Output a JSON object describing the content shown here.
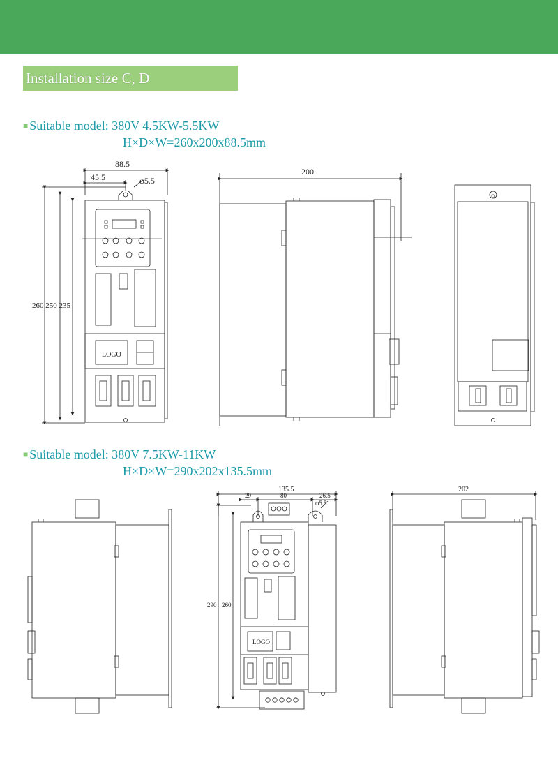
{
  "header": {
    "color": "#4aa85a"
  },
  "section": {
    "title": "Installation size C, D",
    "color": "#9ccf7c"
  },
  "models": [
    {
      "suitable": "Suitable model: 380V 4.5KW-5.5KW",
      "dimensions": "H×D×W=260x200x88.5mm",
      "labels": {
        "width_total": "88.5",
        "hole_offset": "45.5",
        "hole_dia": "φ5.5",
        "heights": "260 250 235",
        "depth": "200",
        "logo": "LOGO"
      }
    },
    {
      "suitable": "Suitable model: 380V 7.5KW-11KW",
      "dimensions": "H×D×W=290x202x135.5mm",
      "labels": {
        "width_total": "135.5",
        "left_offset": "29",
        "hole_spacing": "80",
        "right_offset": "26.5",
        "hole_dia": "φ5.5",
        "height_total": "290",
        "height_inner": "260",
        "depth": "202",
        "logo": "LOGO"
      }
    }
  ]
}
